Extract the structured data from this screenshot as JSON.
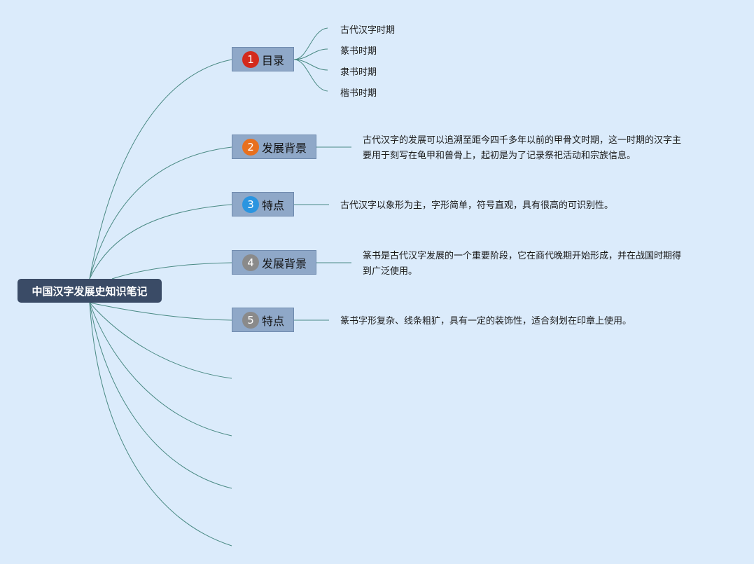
{
  "root": {
    "title": "中国汉字发展史知识笔记"
  },
  "branches": [
    {
      "number": "1",
      "label": "目录",
      "badge_color": "#d42a1c"
    },
    {
      "number": "2",
      "label": "发展背景",
      "badge_color": "#e8701e"
    },
    {
      "number": "3",
      "label": "特点",
      "badge_color": "#2b95e0"
    },
    {
      "number": "4",
      "label": "发展背景",
      "badge_color": "#8a8a8a"
    },
    {
      "number": "5",
      "label": "特点",
      "badge_color": "#8a8a8a"
    }
  ],
  "toc_items": [
    "古代汉字时期",
    "篆书时期",
    "隶书时期",
    "楷书时期"
  ],
  "descriptions": [
    {
      "lines": [
        "古代汉字的发展可以追溯至距今四千多年以前的甲骨文时期，这一时期的汉字主",
        "要用于刻写在龟甲和兽骨上，起初是为了记录祭祀活动和宗族信息。"
      ]
    },
    {
      "lines": [
        "古代汉字以象形为主，字形简单，符号直观，具有很高的可识别性。"
      ]
    },
    {
      "lines": [
        "篆书是古代汉字发展的一个重要阶段，它在商代晚期开始形成，并在战国时期得",
        "到广泛使用。"
      ]
    },
    {
      "lines": [
        "篆书字形复杂、线条粗犷，具有一定的装饰性，适合刻划在印章上使用。"
      ]
    }
  ],
  "colors": {
    "background": "#dbebfb",
    "root_fill": "#3a4b66",
    "branch_fill": "#8fa8c8",
    "connector": "#4a8a84"
  }
}
